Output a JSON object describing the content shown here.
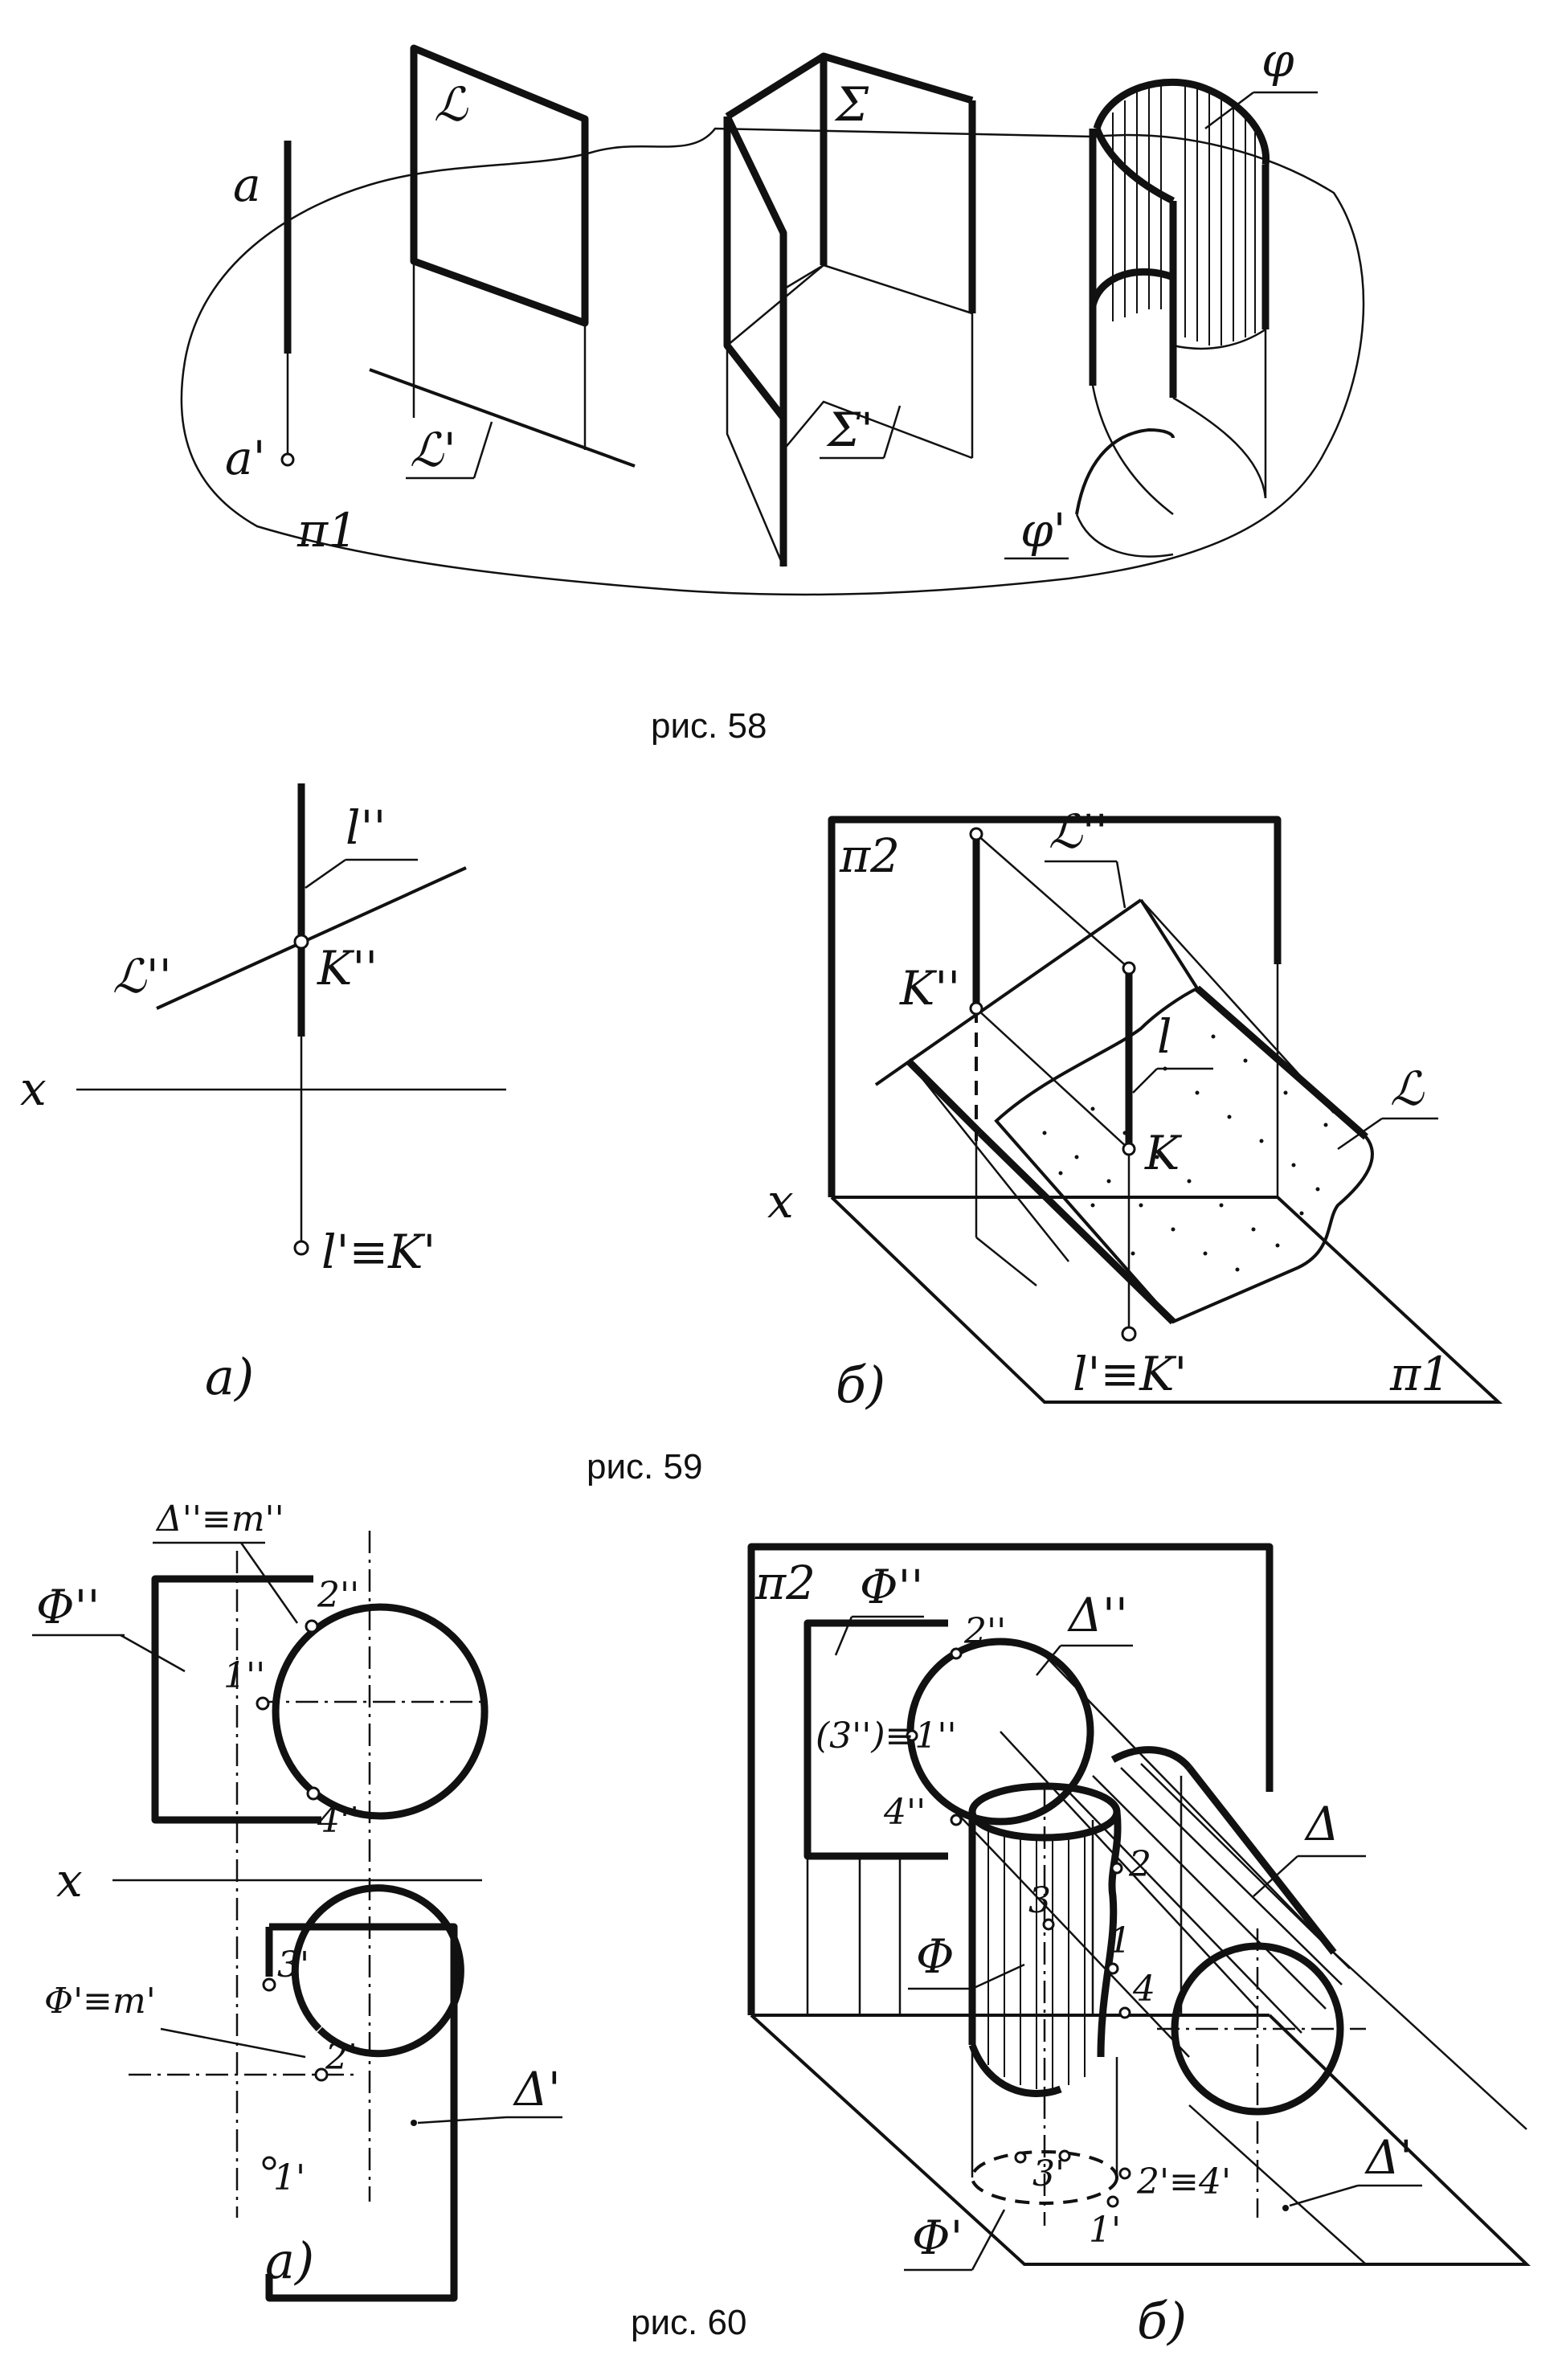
{
  "fig58": {
    "caption": "рис. 58",
    "labels": {
      "a": "a",
      "a_proj": "a'",
      "alpha": "ℒ",
      "alpha_proj": "ℒ'",
      "sigma": "Σ",
      "sigma_proj": "Σ'",
      "phi": "φ",
      "phi_proj": "φ'",
      "pi1": "π1"
    }
  },
  "fig59": {
    "caption": "рис. 59",
    "sub_a": "а)",
    "sub_b": "б)",
    "labels": {
      "l_front": "l''",
      "alpha_front": "ℒ''",
      "k_front": "K''",
      "x_axis": "x",
      "lk_top": "l'≡K'",
      "pi2": "π2",
      "alpha_front_b": "ℒ''",
      "k_front_b": "K''",
      "l": "l",
      "k": "K",
      "alpha": "ℒ",
      "x_axis_b": "x",
      "lk_top_b": "l'≡K'",
      "pi1": "π1"
    }
  },
  "fig60": {
    "caption": "рис. 60",
    "sub_a": "а)",
    "sub_b": "б)",
    "labels": {
      "delta_m_front": "Δ''≡m''",
      "phi_front": "Φ''",
      "p2_front": "2''",
      "p1_front": "1''",
      "p4_front": "4''",
      "x_axis": "x",
      "p3_top": "3'",
      "phi_m_top": "Φ'≡m'",
      "p2_top": "2'",
      "p1_top": "1'",
      "delta_top": "Δ'",
      "pi2": "π2",
      "phi_front_b": "Φ''",
      "p2_front_b": "2''",
      "delta_front_b": "Δ''",
      "p31_front_b": "(3'')≡1''",
      "p4_front_b": "4''",
      "delta_b": "Δ",
      "p2_b": "2",
      "p3_b": "3",
      "phi_b": "Φ",
      "p1_b": "1",
      "p4_b": "4",
      "p3_top_b": "3'",
      "p24_top_b": "2'≡4'",
      "p1_top_b": "1'",
      "phi_top_b": "Φ'",
      "delta_top_b": "Δ'"
    }
  }
}
